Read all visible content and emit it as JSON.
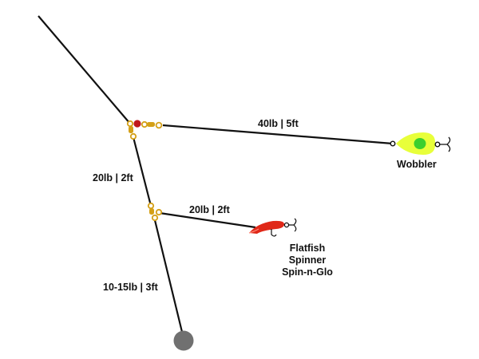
{
  "labels": {
    "main_leader": "40lb | 5ft",
    "upper_dropper": "20lb | 2ft",
    "lower_leader": "20lb | 2ft",
    "sinker_line": "10-15lb | 3ft"
  },
  "lures": {
    "wobbler": {
      "name": "Wobbler"
    },
    "lower": {
      "names": [
        "Flatfish",
        "Spinner",
        "Spin-n-Glo"
      ]
    }
  },
  "colors": {
    "line": "#111111",
    "swivel": "#d4a017",
    "bead": "#c0171b",
    "wobbler_body": "#e8ff3a",
    "wobbler_dot": "#3ccf2e",
    "flatfish": "#e02818",
    "sinker": "#707070"
  }
}
